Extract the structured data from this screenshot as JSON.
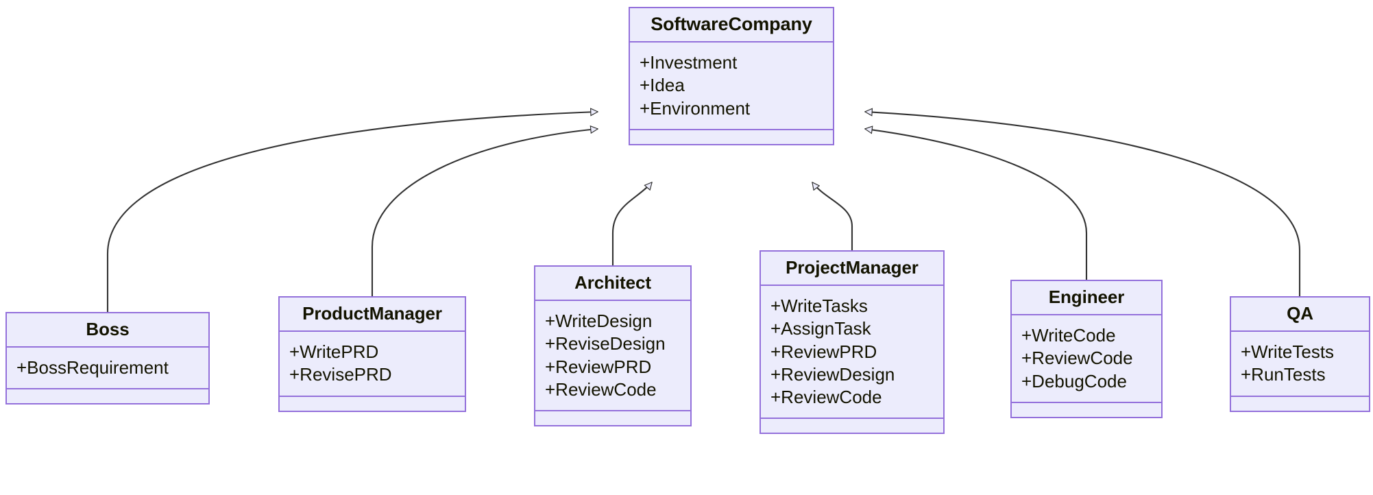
{
  "diagram": {
    "type": "uml-class-diagram",
    "relationship": "generalization",
    "colors": {
      "node_fill": "#ececfc",
      "node_border": "#9370db",
      "edge_stroke": "#333333",
      "text": "#131300",
      "background": "#ffffff"
    },
    "classes": [
      {
        "id": "softwarecompany",
        "name": "SoftwareCompany",
        "members": [
          "+Investment",
          "+Idea",
          "+Environment"
        ],
        "methods": []
      },
      {
        "id": "boss",
        "name": "Boss",
        "members": [
          "+BossRequirement"
        ],
        "methods": []
      },
      {
        "id": "productmanager",
        "name": "ProductManager",
        "members": [
          "+WritePRD",
          "+RevisePRD"
        ],
        "methods": []
      },
      {
        "id": "architect",
        "name": "Architect",
        "members": [
          "+WriteDesign",
          "+ReviseDesign",
          "+ReviewPRD",
          "+ReviewCode"
        ],
        "methods": []
      },
      {
        "id": "projectmanager",
        "name": "ProjectManager",
        "members": [
          "+WriteTasks",
          "+AssignTask",
          "+ReviewPRD",
          "+ReviewDesign",
          "+ReviewCode"
        ],
        "methods": []
      },
      {
        "id": "engineer",
        "name": "Engineer",
        "members": [
          "+WriteCode",
          "+ReviewCode",
          "+DebugCode"
        ],
        "methods": []
      },
      {
        "id": "qa",
        "name": "QA",
        "members": [
          "+WriteTests",
          "+RunTests"
        ],
        "methods": []
      }
    ],
    "edges": [
      {
        "from": "Boss",
        "to": "SoftwareCompany",
        "kind": "generalization"
      },
      {
        "from": "ProductManager",
        "to": "SoftwareCompany",
        "kind": "generalization"
      },
      {
        "from": "Architect",
        "to": "SoftwareCompany",
        "kind": "generalization"
      },
      {
        "from": "ProjectManager",
        "to": "SoftwareCompany",
        "kind": "generalization"
      },
      {
        "from": "Engineer",
        "to": "SoftwareCompany",
        "kind": "generalization"
      },
      {
        "from": "QA",
        "to": "SoftwareCompany",
        "kind": "generalization"
      }
    ]
  }
}
